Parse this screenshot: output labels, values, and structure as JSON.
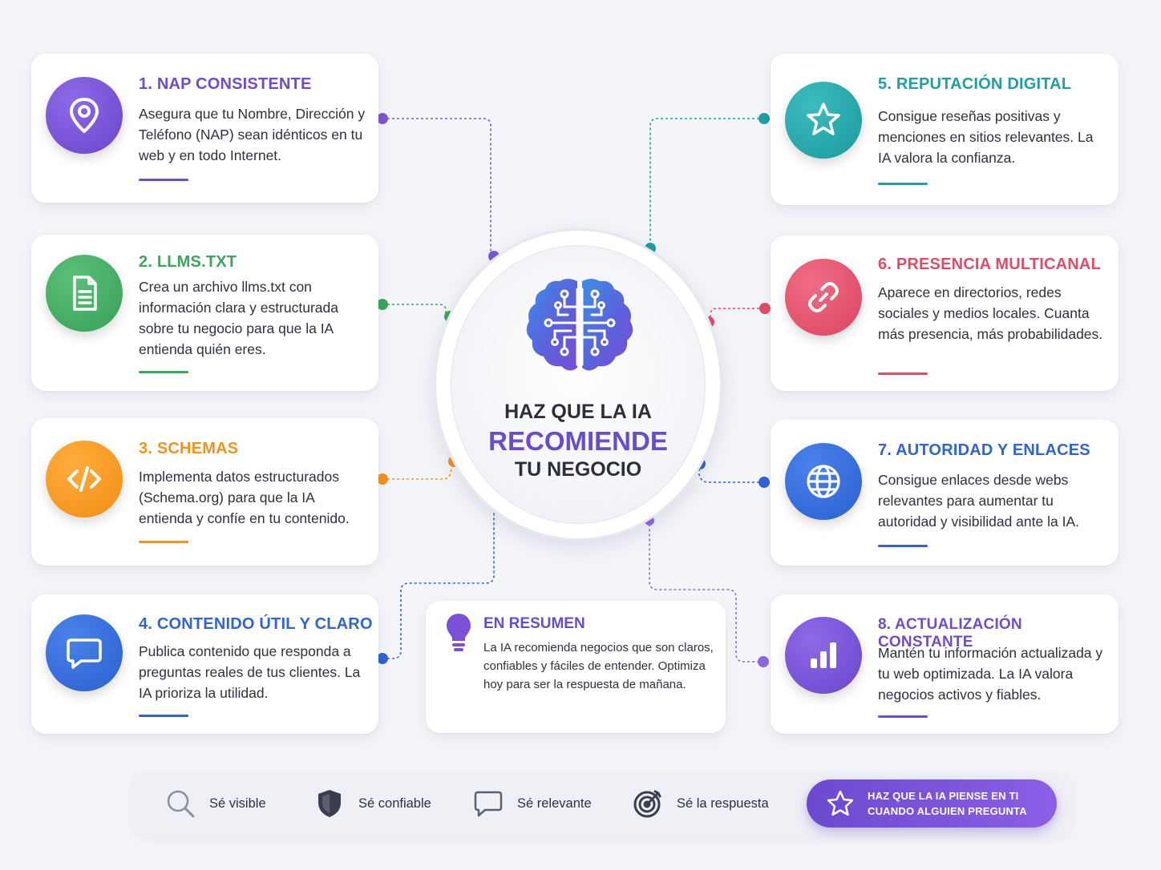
{
  "center": {
    "line1": "HAZ QUE LA IA",
    "line2": "RECOMIENDE",
    "line3": "TU NEGOCIO"
  },
  "cards": [
    {
      "title": "1. NAP CONSISTENTE",
      "text": "Asegura que tu Nombre, Dirección y Teléfono (NAP) sean idénticos en tu web y en todo Internet.",
      "color": "#6e4bcf",
      "icon": "location-pin-icon"
    },
    {
      "title": "2. LLMS.TXT",
      "text": "Crea un archivo llms.txt con información clara y estructurada sobre tu negocio para que la IA entienda quién eres.",
      "color": "#3aa65a",
      "icon": "document-icon"
    },
    {
      "title": "3. SCHEMAS",
      "text": "Implementa datos estructurados (Schema.org) para que la IA entienda y confíe en tu contenido.",
      "color": "#f3911c",
      "icon": "code-icon"
    },
    {
      "title": "4. CONTENIDO ÚTIL Y CLARO",
      "text": "Publica contenido que responda a preguntas reales de tus clientes. La IA prioriza la utilidad.",
      "color": "#2f63d6",
      "icon": "chat-bubble-icon"
    },
    {
      "title": "5. REPUTACIÓN DIGITAL",
      "text": "Consigue reseñas positivas y menciones en sitios relevantes. La IA valora la confianza.",
      "color": "#1f9fa3",
      "icon": "star-icon"
    },
    {
      "title": "6. PRESENCIA MULTICANAL",
      "text": "Aparece en directorios, redes sociales y medios locales. Cuanta más presencia, más probabilidades.",
      "color": "#e04b66",
      "icon": "link-icon"
    },
    {
      "title": "7. AUTORIDAD Y ENLACES",
      "text": "Consigue enlaces desde webs relevantes para aumentar tu autoridad y visibilidad ante la IA.",
      "color": "#2f63d6",
      "icon": "globe-icon"
    },
    {
      "title": "8. ACTUALIZACIÓN CONSTANTE",
      "text": "Mantén tu información actualizada y tu web optimizada. La IA valora negocios activos y fiables.",
      "color": "#6e4bcf",
      "icon": "bar-chart-icon"
    }
  ],
  "summary": {
    "title": "EN RESUMEN",
    "text": "La IA recomienda negocios que son claros, confiables y fáciles de entender. Optimiza hoy para ser la respuesta de mañana.",
    "icon": "lightbulb-icon"
  },
  "bottom_bar": {
    "items": [
      {
        "label": "Sé visible",
        "icon": "search-icon"
      },
      {
        "label": "Sé confiable",
        "icon": "shield-icon"
      },
      {
        "label": "Sé relevante",
        "icon": "chat-icon"
      },
      {
        "label": "Sé la respuesta",
        "icon": "target-icon"
      }
    ],
    "cta": {
      "line1": "HAZ QUE LA IA PIENSE EN TI",
      "line2": "CUANDO ALGUIEN PREGUNTA",
      "icon": "star-icon"
    }
  }
}
